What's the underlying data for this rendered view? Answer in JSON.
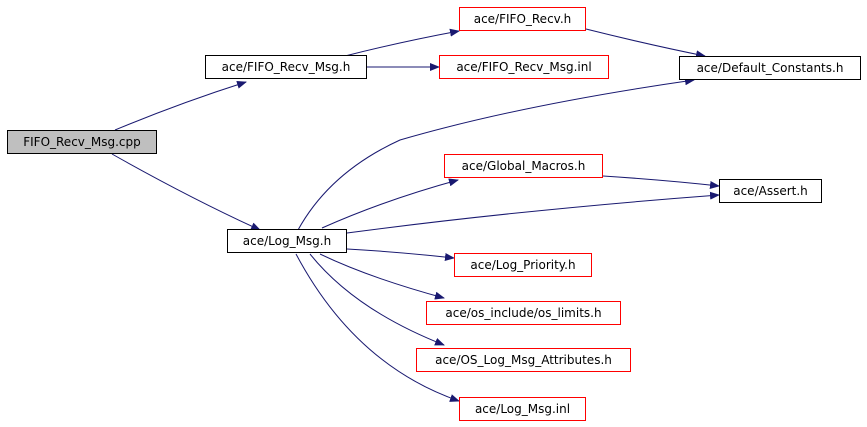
{
  "colors": {
    "edge": "#191970",
    "root_fill": "#bfbfbf",
    "documented_border": "#000000",
    "undocumented_border": "#ff0000"
  },
  "nodes": {
    "root": "FIFO_Recv_Msg.cpp",
    "fifo_recv_msg_h": "ace/FIFO_Recv_Msg.h",
    "fifo_recv_h": "ace/FIFO_Recv.h",
    "fifo_recv_msg_inl": "ace/FIFO_Recv_Msg.inl",
    "default_constants_h": "ace/Default_Constants.h",
    "log_msg_h": "ace/Log_Msg.h",
    "global_macros_h": "ace/Global_Macros.h",
    "assert_h": "ace/Assert.h",
    "log_priority_h": "ace/Log_Priority.h",
    "os_limits_h": "ace/os_include/os_limits.h",
    "os_log_msg_attributes_h": "ace/OS_Log_Msg_Attributes.h",
    "log_msg_inl": "ace/Log_Msg.inl"
  }
}
